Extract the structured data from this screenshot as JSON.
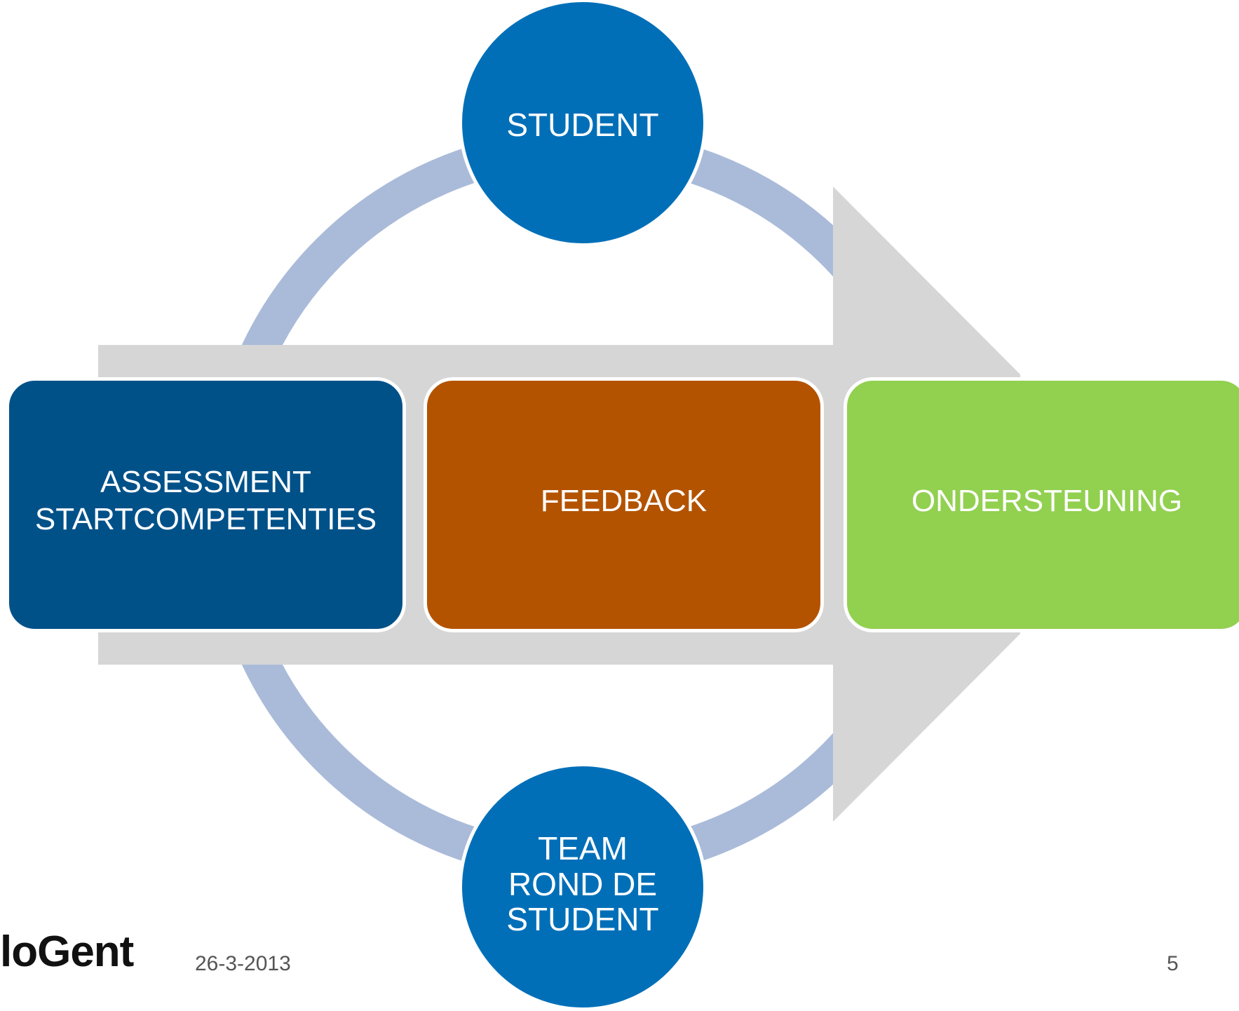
{
  "colors": {
    "background": "#ffffff",
    "cycle_ring": "#aabbd9",
    "process_arrow": "#d6d6d6",
    "circle_fill": "#006fb8",
    "assessment_fill": "#015189",
    "feedback_fill": "#b35300",
    "support_fill": "#92d050",
    "box_text": "#ffffff"
  },
  "diagram": {
    "cycle": {
      "top_circle": {
        "label": "STUDENT"
      },
      "bottom_circle": {
        "label": "TEAM\nROND DE\nSTUDENT"
      }
    },
    "process_steps": [
      {
        "label": "ASSESSMENT\nSTARTCOMPETENTIES"
      },
      {
        "label": "FEEDBACK"
      },
      {
        "label": "ONDERSTEUNING"
      }
    ]
  },
  "footer": {
    "logo_text": "loGent",
    "date": "26-3-2013",
    "page_number": "5"
  }
}
